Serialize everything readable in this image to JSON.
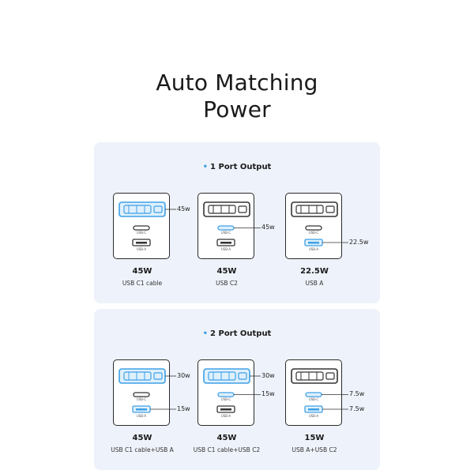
{
  "title_line1": "Auto Matching",
  "title_line2": "Power",
  "accent_color": "#3ea0e6",
  "panels": [
    {
      "title": "1 Port Output",
      "cards": [
        {
          "watt": "45W",
          "desc": "USB C1 cable",
          "cable_active": true,
          "c2_active": false,
          "a_active": false,
          "labels": {
            "cable": "45w"
          }
        },
        {
          "watt": "45W",
          "desc": "USB C2",
          "cable_active": false,
          "c2_active": true,
          "a_active": false,
          "labels": {
            "c2": "45w"
          }
        },
        {
          "watt": "22.5W",
          "desc": "USB A",
          "cable_active": false,
          "c2_active": false,
          "a_active": true,
          "labels": {
            "a": "22.5w"
          }
        }
      ]
    },
    {
      "title": "2 Port Output",
      "cards": [
        {
          "watt": "45W",
          "desc": "USB C1 cable+USB A",
          "cable_active": true,
          "c2_active": false,
          "a_active": true,
          "labels": {
            "cable": "30w",
            "a": "15w"
          }
        },
        {
          "watt": "45W",
          "desc": "USB C1 cable+USB C2",
          "cable_active": true,
          "c2_active": true,
          "a_active": false,
          "labels": {
            "cable": "30w",
            "c2": "15w"
          }
        },
        {
          "watt": "15W",
          "desc": "USB A+USB C2",
          "cable_active": false,
          "c2_active": true,
          "a_active": true,
          "labels": {
            "c2": "7.5w",
            "a": "7.5w"
          }
        }
      ]
    }
  ],
  "port_labels": {
    "usbc": "USB-C",
    "usba": "USB-A"
  }
}
